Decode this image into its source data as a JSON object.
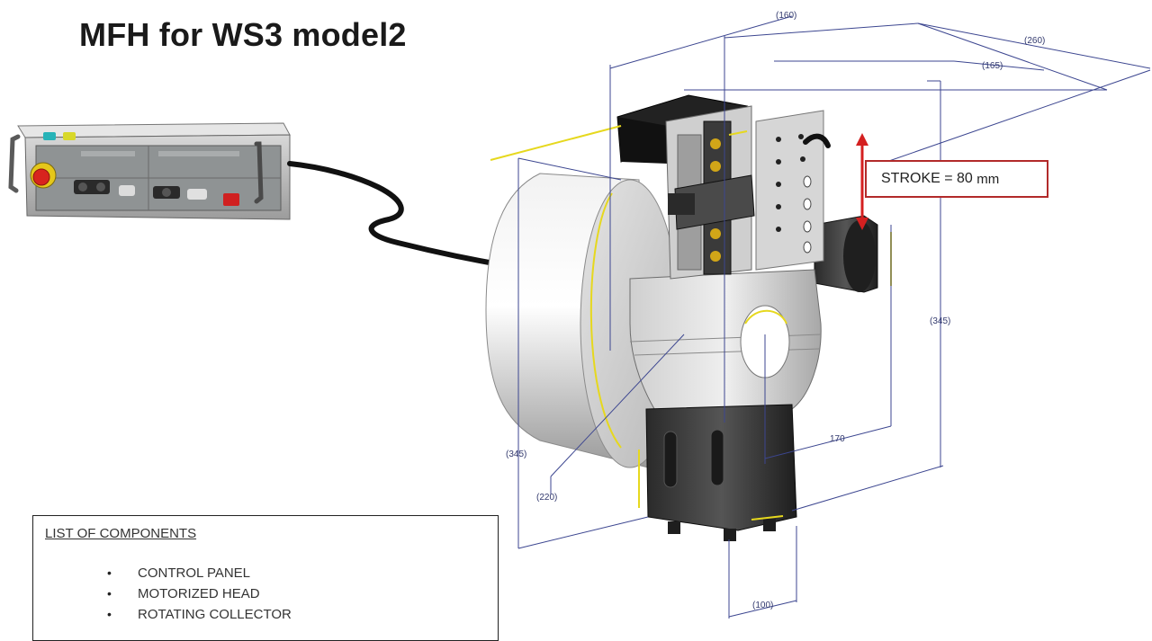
{
  "title": "MFH for WS3 model2",
  "stroke_callout": {
    "label": "STROKE =",
    "value": "80",
    "unit": "mm"
  },
  "dimensions": {
    "top_width": "(160)",
    "depth_260": "(260)",
    "depth_165": "(165)",
    "height_right": "(345)",
    "height_left": "(345)",
    "diameter": "(220)",
    "offset": "170",
    "base_width": "(100)"
  },
  "components": {
    "heading": "LIST OF COMPONENTS",
    "items": [
      "CONTROL PANEL",
      "MOTORIZED HEAD",
      "ROTATING COLLECTOR"
    ]
  },
  "colors": {
    "dimension_lines": "#3c4690",
    "stroke_arrow": "#d42020",
    "callout_border": "#b22a2a",
    "accent_yellow": "#e8d820"
  }
}
